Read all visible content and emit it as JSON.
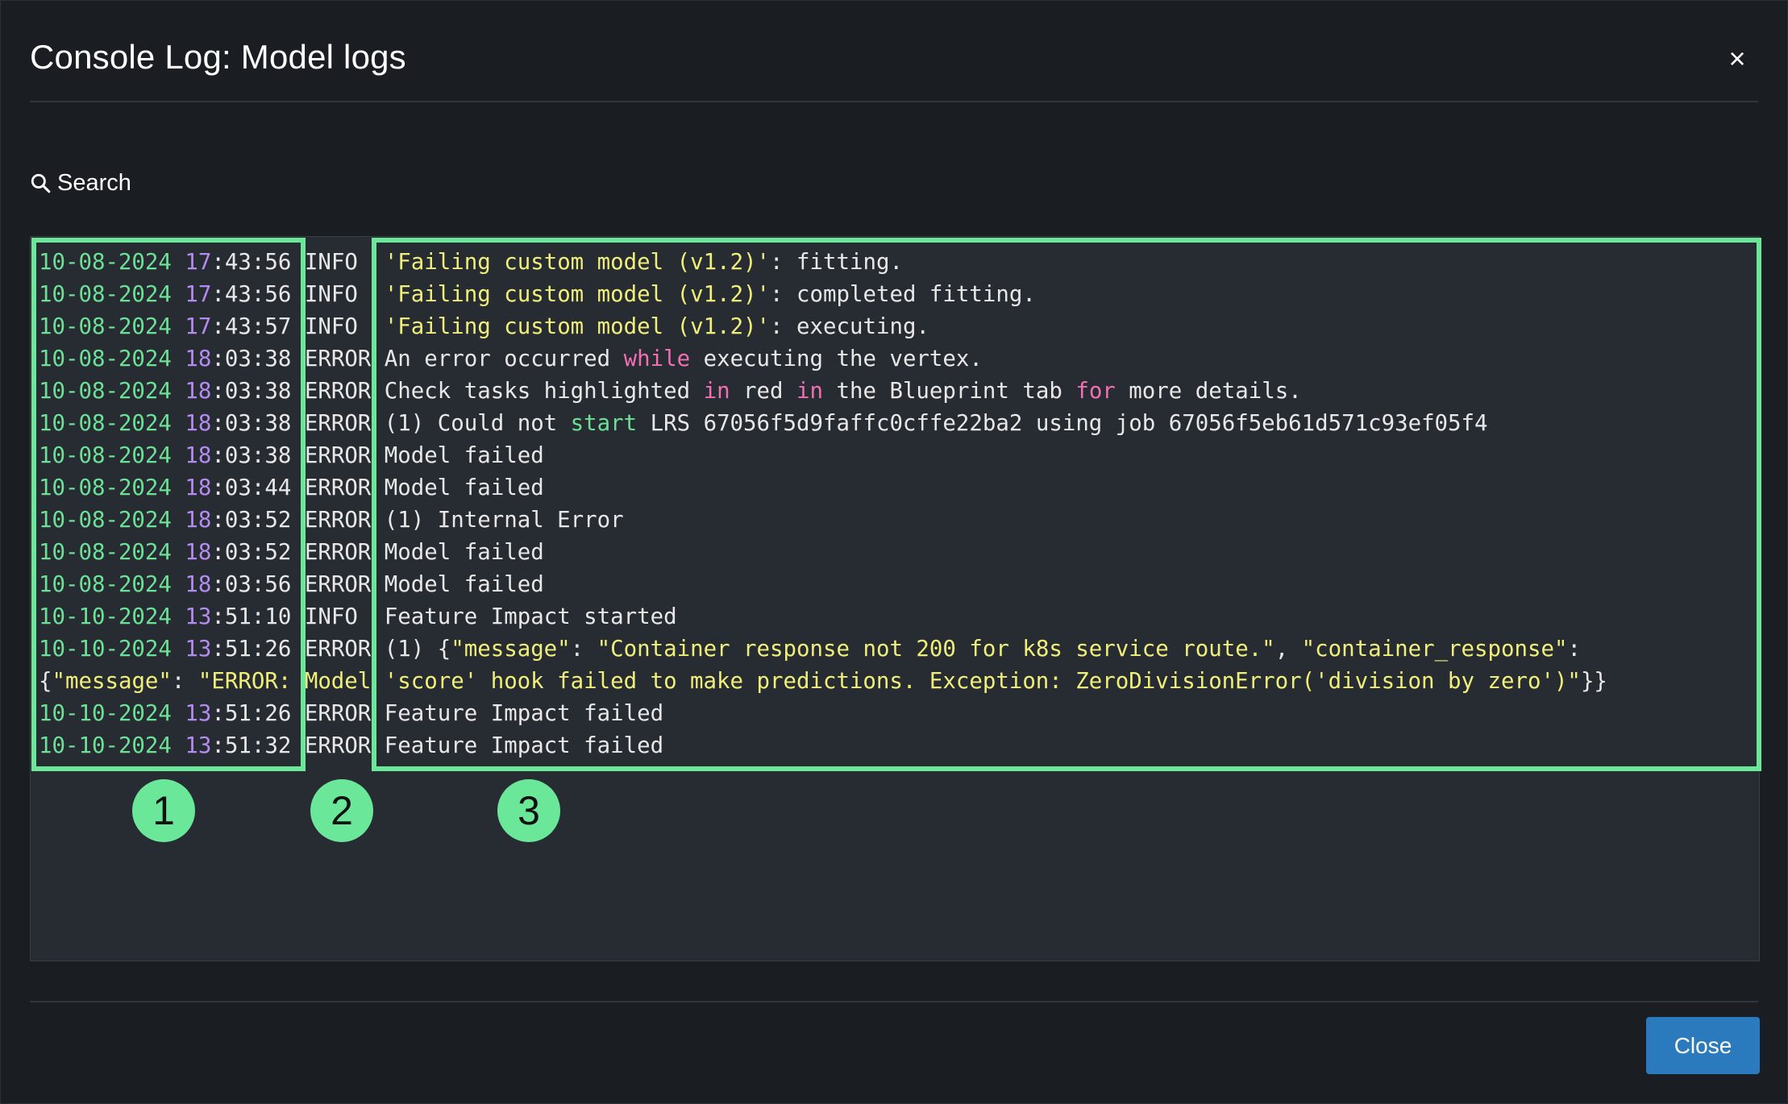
{
  "modal": {
    "title": "Console Log: Model logs",
    "close_icon": "×",
    "search_label": "Search",
    "close_button": "Close"
  },
  "badges": [
    "1",
    "2",
    "3"
  ],
  "colors": {
    "highlight": "#6be79a",
    "timestamp_date": "#6de095",
    "timestamp_hour": "#b48cf0",
    "string": "#f0ef7a",
    "keyword": "#f26fb4",
    "button": "#2a7abd"
  },
  "log": [
    {
      "date": "10-08-2024",
      "hour": "17",
      "rest": ":43:56",
      "level": "INFO",
      "sep": " ",
      "msg": [
        {
          "t": "'Failing custom model (v1.2)'",
          "c": "str"
        },
        {
          "t": ": fitting."
        }
      ]
    },
    {
      "date": "10-08-2024",
      "hour": "17",
      "rest": ":43:56",
      "level": "INFO",
      "sep": " ",
      "msg": [
        {
          "t": "'Failing custom model (v1.2)'",
          "c": "str"
        },
        {
          "t": ": completed fitting."
        }
      ]
    },
    {
      "date": "10-08-2024",
      "hour": "17",
      "rest": ":43:57",
      "level": "INFO",
      "sep": " ",
      "msg": [
        {
          "t": "'Failing custom model (v1.2)'",
          "c": "str"
        },
        {
          "t": ": executing."
        }
      ]
    },
    {
      "date": "10-08-2024",
      "hour": "18",
      "rest": ":03:38",
      "level": "ERROR",
      "sep": " ",
      "msg": [
        {
          "t": "An error occurred "
        },
        {
          "t": "while",
          "c": "kw"
        },
        {
          "t": " executing the vertex."
        }
      ]
    },
    {
      "date": "10-08-2024",
      "hour": "18",
      "rest": ":03:38",
      "level": "ERROR",
      "sep": " ",
      "msg": [
        {
          "t": "Check tasks highlighted "
        },
        {
          "t": "in",
          "c": "kw"
        },
        {
          "t": " red "
        },
        {
          "t": "in",
          "c": "kw"
        },
        {
          "t": " the Blueprint tab "
        },
        {
          "t": "for",
          "c": "kw"
        },
        {
          "t": " more details."
        }
      ]
    },
    {
      "date": "10-08-2024",
      "hour": "18",
      "rest": ":03:38",
      "level": "ERROR",
      "sep": " ",
      "msg": [
        {
          "t": "(1) Could not "
        },
        {
          "t": "start",
          "c": "ok"
        },
        {
          "t": " LRS 67056f5d9faffc0cffe22ba2 using job 67056f5eb61d571c93ef05f4"
        }
      ]
    },
    {
      "date": "10-08-2024",
      "hour": "18",
      "rest": ":03:38",
      "level": "ERROR",
      "sep": " ",
      "msg": [
        {
          "t": "Model failed"
        }
      ]
    },
    {
      "date": "10-08-2024",
      "hour": "18",
      "rest": ":03:44",
      "level": "ERROR",
      "sep": " ",
      "msg": [
        {
          "t": "Model failed"
        }
      ]
    },
    {
      "date": "10-08-2024",
      "hour": "18",
      "rest": ":03:52",
      "level": "ERROR",
      "sep": " ",
      "msg": [
        {
          "t": "(1) Internal Error"
        }
      ]
    },
    {
      "date": "10-08-2024",
      "hour": "18",
      "rest": ":03:52",
      "level": "ERROR",
      "sep": " ",
      "msg": [
        {
          "t": "Model failed"
        }
      ]
    },
    {
      "date": "10-08-2024",
      "hour": "18",
      "rest": ":03:56",
      "level": "ERROR",
      "sep": " ",
      "msg": [
        {
          "t": "Model failed"
        }
      ]
    },
    {
      "date": "10-10-2024",
      "hour": "13",
      "rest": ":51:10",
      "level": "INFO",
      "sep": " ",
      "msg": [
        {
          "t": "Feature Impact started"
        }
      ]
    },
    {
      "date": "10-10-2024",
      "hour": "13",
      "rest": ":51:26",
      "level": "ERROR",
      "sep": " ",
      "msg": [
        {
          "t": "(1) {"
        },
        {
          "t": "\"message\"",
          "c": "str"
        },
        {
          "t": ": "
        },
        {
          "t": "\"Container response not 200 for k8s service route.\"",
          "c": "str"
        },
        {
          "t": ", "
        },
        {
          "t": "\"container_response\"",
          "c": "str"
        },
        {
          "t": ":"
        }
      ]
    },
    {
      "raw": [
        {
          "t": "{"
        },
        {
          "t": "\"message\"",
          "c": "str"
        },
        {
          "t": ": "
        },
        {
          "t": "\"ERROR: Model 'score' hook failed to make predictions. Exception: ZeroDivisionError('division by zero')\"",
          "c": "str"
        },
        {
          "t": "}}"
        }
      ]
    },
    {
      "date": "10-10-2024",
      "hour": "13",
      "rest": ":51:26",
      "level": "ERROR",
      "sep": " ",
      "msg": [
        {
          "t": "Feature Impact failed"
        }
      ]
    },
    {
      "date": "10-10-2024",
      "hour": "13",
      "rest": ":51:32",
      "level": "ERROR",
      "sep": " ",
      "msg": [
        {
          "t": "Feature Impact failed"
        }
      ]
    }
  ]
}
